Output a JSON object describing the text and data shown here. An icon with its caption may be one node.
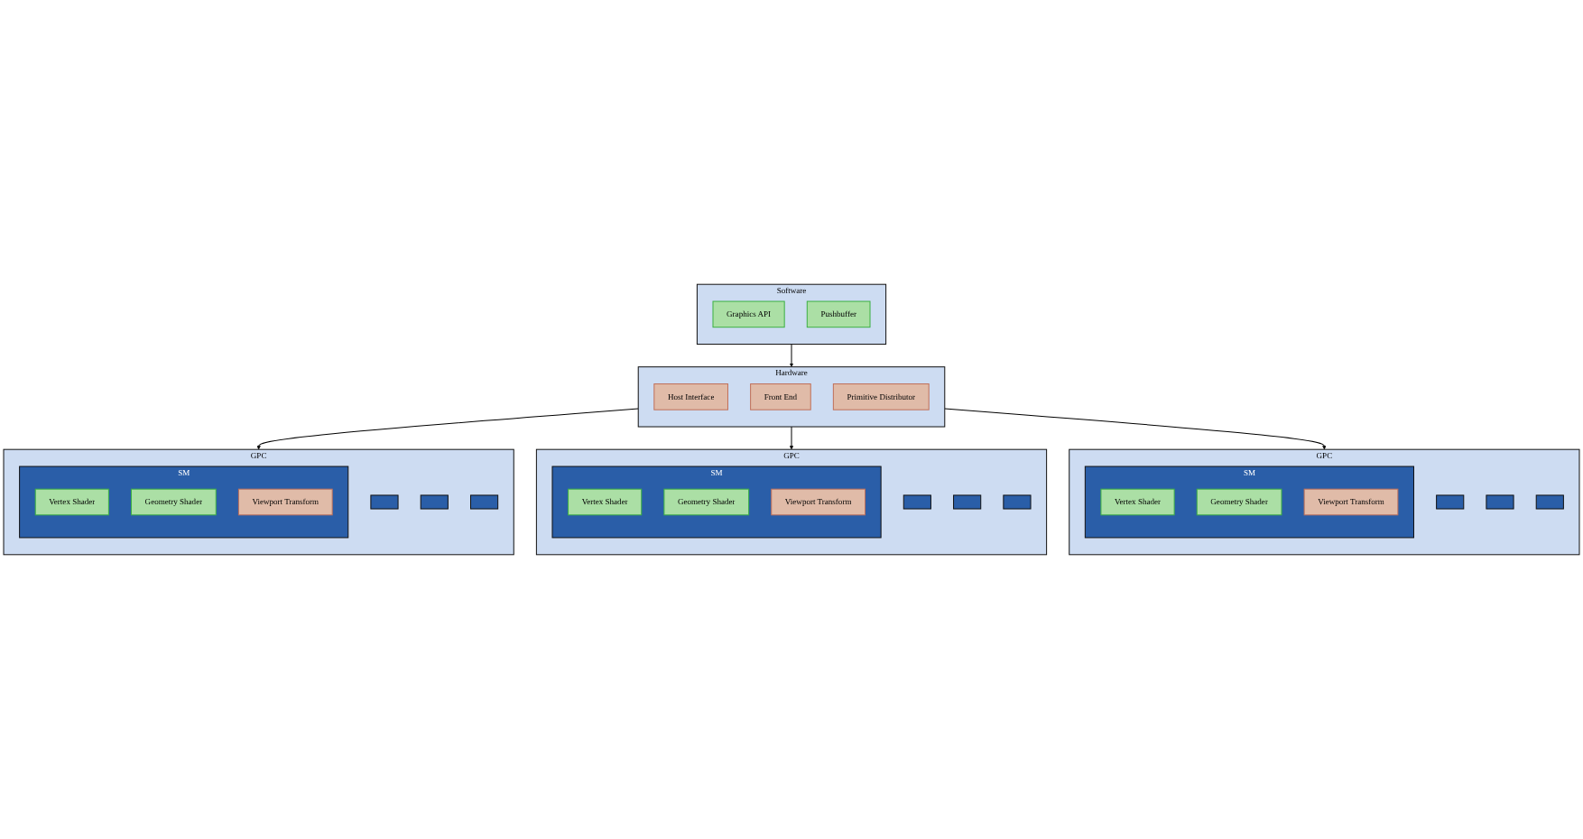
{
  "diagram": {
    "nodes": [
      {
        "text": [
          "Software"
        ]
      },
      {
        "text": [
          "Graphics API"
        ],
        "in": 0
      },
      {
        "text": [
          "Pushbuffer"
        ],
        "in": 0
      },
      {
        "text": [
          "Hardware"
        ]
      },
      {
        "text": [
          "Host Interface"
        ],
        "in": 3
      },
      {
        "text": [
          "Front End"
        ],
        "in": 3
      },
      {
        "text": [
          "Primitive Distributor"
        ],
        "in": 3
      },
      {
        "text": [
          "GPC"
        ]
      },
      {
        "text": [],
        "shape": "box",
        "in": 7
      },
      {
        "text": [],
        "shape": "box",
        "in": 7
      },
      {
        "text": [],
        "shape": "box",
        "in": 7
      },
      {
        "text": [
          "SM"
        ],
        "in": 7
      },
      {
        "text": [
          "Vertex Shader"
        ],
        "in": 11
      },
      {
        "text": [
          "Geometry Shader"
        ],
        "in": 11
      },
      {
        "text": [
          "Viewport Transform"
        ],
        "in": 11
      },
      {
        "text": [
          "GPC"
        ]
      },
      {
        "text": [],
        "shape": "box",
        "in": 15
      },
      {
        "text": [],
        "shape": "box",
        "in": 15
      },
      {
        "text": [],
        "shape": "box",
        "in": 15
      },
      {
        "text": [
          "SM"
        ],
        "in": 15
      },
      {
        "text": [
          "Vertex Shader"
        ],
        "in": 19
      },
      {
        "text": [
          "Geometry Shader"
        ],
        "in": 19
      },
      {
        "text": [
          "Viewport Transform"
        ],
        "in": 19
      },
      {
        "text": [
          "GPC"
        ]
      },
      {
        "text": [],
        "shape": "box",
        "in": 23
      },
      {
        "text": [],
        "shape": "box",
        "in": 23
      },
      {
        "text": [],
        "shape": "box",
        "in": 23
      },
      {
        "text": [
          "SM"
        ],
        "in": 23
      },
      {
        "text": [
          "Vertex Shader"
        ],
        "in": 27
      },
      {
        "text": [
          "Geometry Shader"
        ],
        "in": 27
      },
      {
        "text": [
          "Viewport Transform"
        ],
        "in": 27
      }
    ],
    "edges": [
      {
        "from": 0,
        "to": 3,
        "arrow": "to"
      },
      {
        "from": 3,
        "to": 7,
        "arrow": "to"
      },
      {
        "from": 3,
        "to": 15,
        "arrow": "to"
      },
      {
        "from": 3,
        "to": 23,
        "arrow": "to"
      }
    ]
  }
}
